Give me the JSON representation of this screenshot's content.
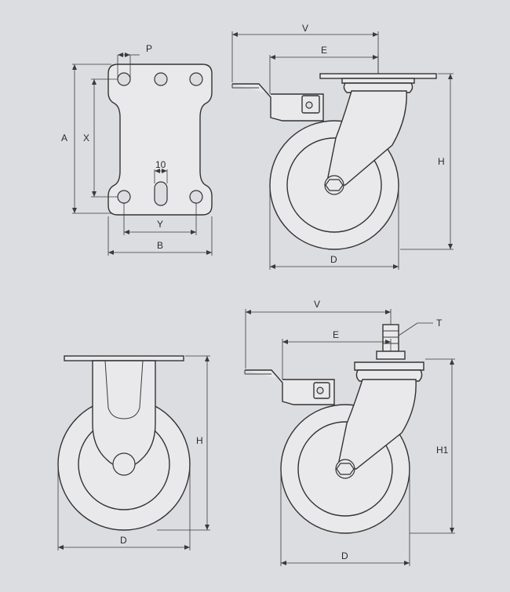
{
  "diagram": {
    "mounting_plate": {
      "labels": {
        "p": "P",
        "a": "A",
        "x": "X",
        "ten": "10",
        "y": "Y",
        "b": "B"
      }
    },
    "swivel_brake_caster": {
      "labels": {
        "v": "V",
        "e": "E",
        "h": "H",
        "d": "D"
      }
    },
    "fixed_caster": {
      "labels": {
        "h": "H",
        "d": "D"
      }
    },
    "threaded_stem_caster": {
      "labels": {
        "v": "V",
        "e": "E",
        "t": "T",
        "h1": "H1",
        "d": "D"
      }
    },
    "colors": {
      "background": "#dcdde1",
      "part_fill": "#e9e9eb",
      "line": "#333333"
    }
  }
}
